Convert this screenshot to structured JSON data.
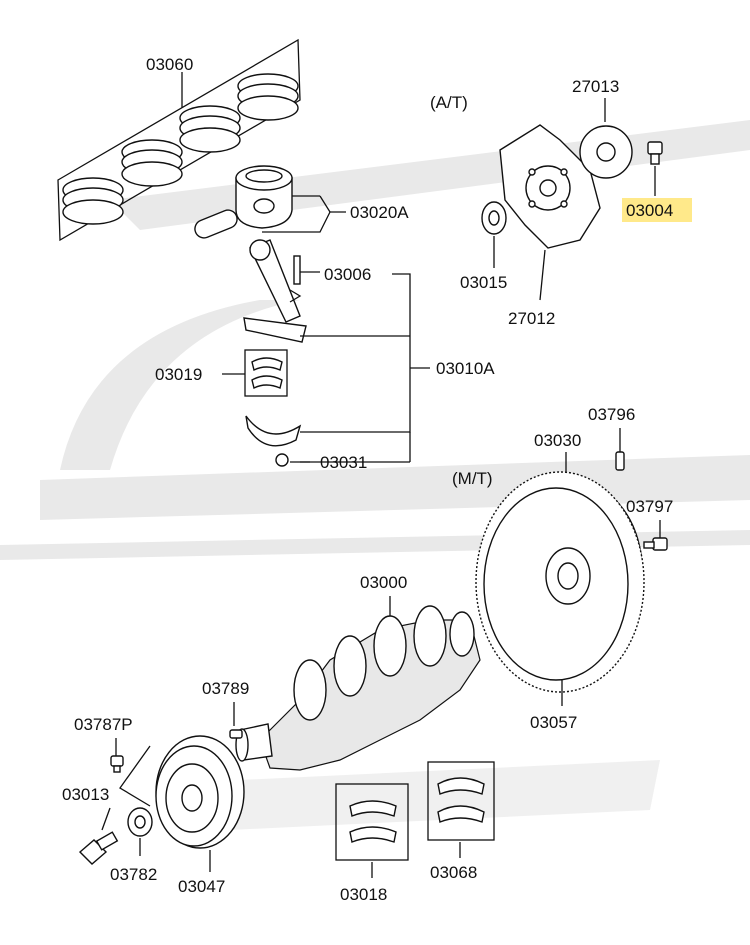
{
  "labels": {
    "p03060": "03060",
    "p03020A": "03020A",
    "p03006": "03006",
    "p03010A": "03010A",
    "p03019": "03019",
    "p03031": "03031",
    "at": "(A/T)",
    "p27013": "27013",
    "p03004": "03004",
    "p03015": "03015",
    "p27012": "27012",
    "mt": "(M/T)",
    "p03796": "03796",
    "p03030": "03030",
    "p03797": "03797",
    "p03000": "03000",
    "p03057": "03057",
    "p03789": "03789",
    "p03787P": "03787P",
    "p03013": "03013",
    "p03782": "03782",
    "p03047": "03047",
    "p03018": "03018",
    "p03068": "03068"
  },
  "highlight": {
    "part": "03004",
    "color": "#ffe98a"
  },
  "colors": {
    "line": "#111111",
    "watermark": "#e9e9e9"
  }
}
